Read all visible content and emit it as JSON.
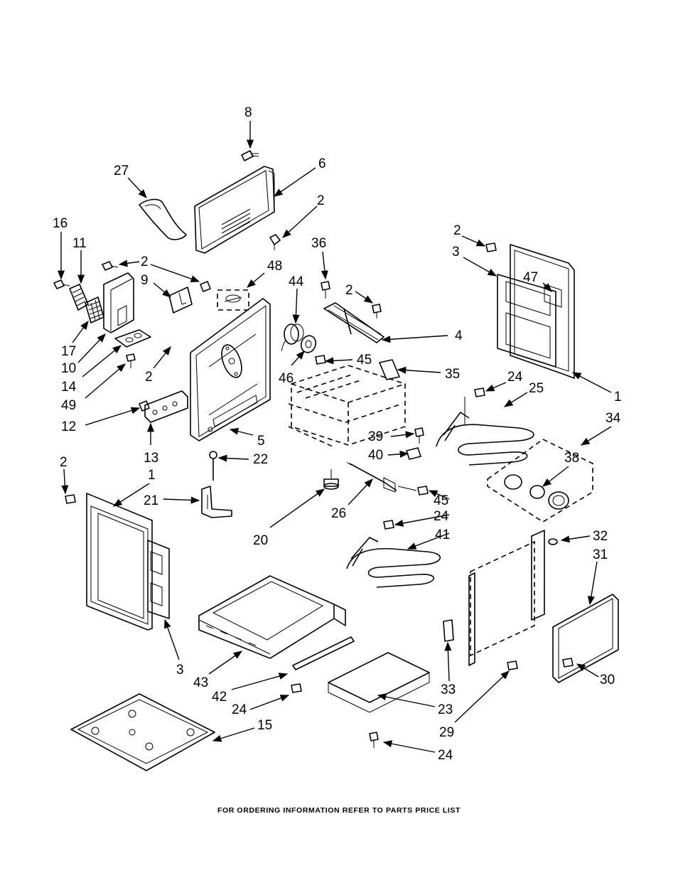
{
  "diagram": {
    "footer_text": "FOR ORDERING INFORMATION REFER TO PARTS PRICE LIST",
    "callouts": {
      "c8": "8",
      "c27": "27",
      "c6": "6",
      "c2a": "2",
      "c16": "16",
      "c11": "11",
      "c2b": "2",
      "c9": "9",
      "c48": "48",
      "c36": "36",
      "c44": "44",
      "c2c": "2",
      "c2d": "2",
      "c3a": "3",
      "c47": "47",
      "c17": "17",
      "c10": "10",
      "c14": "14",
      "c2e": "2",
      "c4": "4",
      "c45a": "45",
      "c46": "46",
      "c35": "35",
      "c24a": "24",
      "c25": "25",
      "c1a": "1",
      "c49": "49",
      "c12": "12",
      "c5": "5",
      "c39": "39",
      "c34": "34",
      "c13": "13",
      "c40": "40",
      "c38": "38",
      "c22": "22",
      "c2f": "2",
      "c1b": "1",
      "c21": "21",
      "c45b": "45",
      "c26": "26",
      "c24b": "24",
      "c20": "20",
      "c41": "41",
      "c32": "32",
      "c31": "31",
      "c3b": "3",
      "c43": "43",
      "c42": "42",
      "c33": "33",
      "c30": "30",
      "c24c": "24",
      "c23": "23",
      "c29": "29",
      "c15": "15",
      "c24d": "24"
    }
  }
}
